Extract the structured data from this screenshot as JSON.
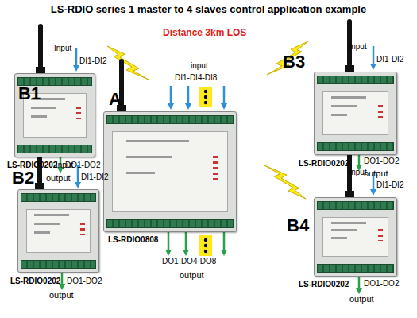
{
  "diagram": {
    "title": "LS-RDIO series 1 master to 4 slaves control application example",
    "nodes": [
      {
        "text": [
          "B1",
          "LS-RDIO0202"
        ]
      },
      {
        "text": [
          "A",
          "LS-RDIO0808"
        ]
      },
      {
        "text": [
          "B3",
          "LS-RDIO0202"
        ]
      },
      {
        "text": [
          "B2",
          "LS-RDIO0202"
        ]
      },
      {
        "text": [
          "B4",
          "LS-RDIO0202"
        ]
      }
    ],
    "labels": [
      "Distance 3km LOS",
      "Input",
      "DI1-DI2",
      "DO1-DO2",
      "output",
      "input",
      "DI1-DI4-DI8",
      "DO1-DO4-DO8",
      "output",
      "input",
      "DI1-DI2",
      "DO1-DO2",
      "output",
      "Input",
      "DI1-DI2",
      "DO1-DO2",
      "output",
      "input",
      "DI1-DI2",
      "DO1-DO2",
      "output"
    ]
  }
}
